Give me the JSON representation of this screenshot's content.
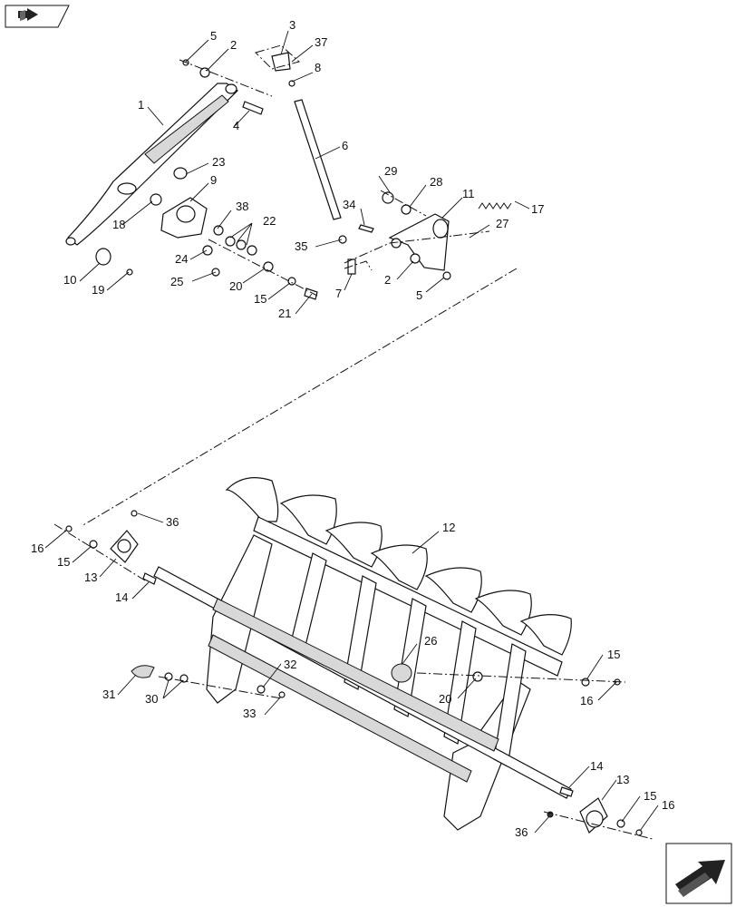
{
  "icons": {
    "top_left": "book-arrow-icon",
    "bottom_right": "next-page-arrow-icon"
  },
  "callouts": [
    {
      "id": "c5a",
      "text": "5"
    },
    {
      "id": "c2a",
      "text": "2"
    },
    {
      "id": "c3",
      "text": "3"
    },
    {
      "id": "c37",
      "text": "37"
    },
    {
      "id": "c8",
      "text": "8"
    },
    {
      "id": "c1",
      "text": "1"
    },
    {
      "id": "c4",
      "text": "4"
    },
    {
      "id": "c6",
      "text": "6"
    },
    {
      "id": "c23",
      "text": "23"
    },
    {
      "id": "c9",
      "text": "9"
    },
    {
      "id": "c29",
      "text": "29"
    },
    {
      "id": "c28",
      "text": "28"
    },
    {
      "id": "c11",
      "text": "11"
    },
    {
      "id": "c17",
      "text": "17"
    },
    {
      "id": "c34",
      "text": "34"
    },
    {
      "id": "c38",
      "text": "38"
    },
    {
      "id": "c22",
      "text": "22"
    },
    {
      "id": "c27",
      "text": "27"
    },
    {
      "id": "c18",
      "text": "18"
    },
    {
      "id": "c35",
      "text": "35"
    },
    {
      "id": "c24",
      "text": "24"
    },
    {
      "id": "c10",
      "text": "10"
    },
    {
      "id": "c19",
      "text": "19"
    },
    {
      "id": "c25",
      "text": "25"
    },
    {
      "id": "c20a",
      "text": "20"
    },
    {
      "id": "c15a",
      "text": "15"
    },
    {
      "id": "c21",
      "text": "21"
    },
    {
      "id": "c7",
      "text": "7"
    },
    {
      "id": "c2b",
      "text": "2"
    },
    {
      "id": "c5b",
      "text": "5"
    },
    {
      "id": "c36a",
      "text": "36"
    },
    {
      "id": "c12",
      "text": "12"
    },
    {
      "id": "c16a",
      "text": "16"
    },
    {
      "id": "c15b",
      "text": "15"
    },
    {
      "id": "c13a",
      "text": "13"
    },
    {
      "id": "c14a",
      "text": "14"
    },
    {
      "id": "c26",
      "text": "26"
    },
    {
      "id": "c32",
      "text": "32"
    },
    {
      "id": "c15c",
      "text": "15"
    },
    {
      "id": "c31",
      "text": "31"
    },
    {
      "id": "c30",
      "text": "30"
    },
    {
      "id": "c20b",
      "text": "20"
    },
    {
      "id": "c16b",
      "text": "16"
    },
    {
      "id": "c33",
      "text": "33"
    },
    {
      "id": "c14b",
      "text": "14"
    },
    {
      "id": "c13b",
      "text": "13"
    },
    {
      "id": "c15d",
      "text": "15"
    },
    {
      "id": "c16c",
      "text": "16"
    },
    {
      "id": "c36b",
      "text": "36"
    }
  ]
}
